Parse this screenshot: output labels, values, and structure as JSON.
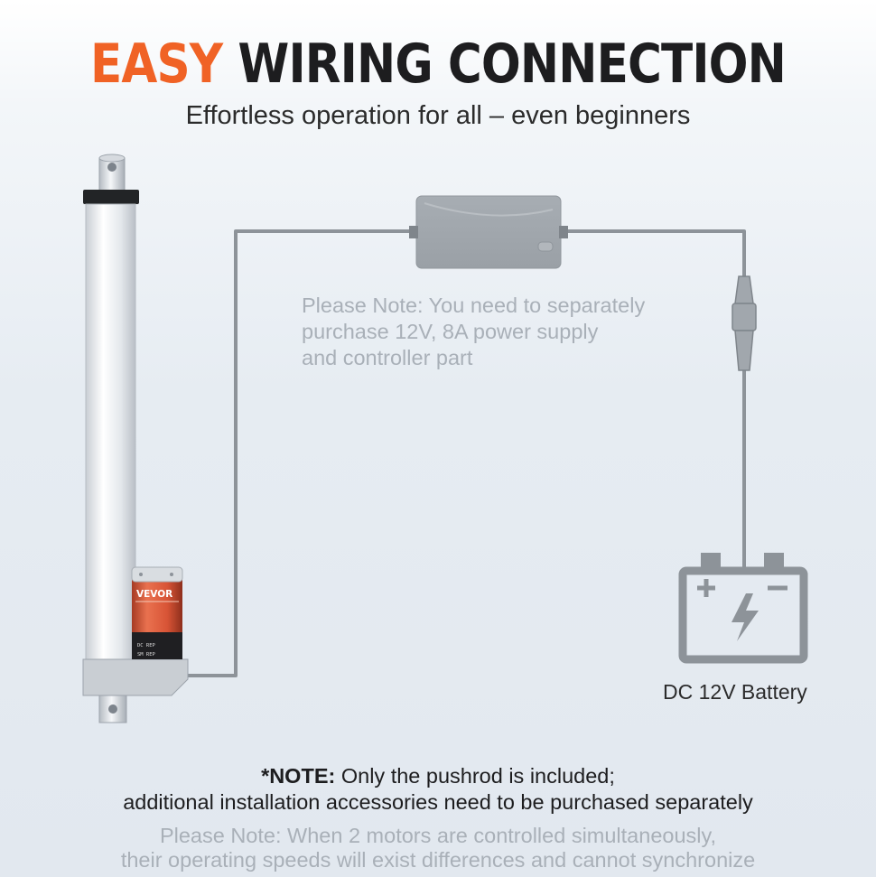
{
  "header": {
    "title_accent": "EASY",
    "title_rest": " WIRING CONNECTION",
    "subtitle": "Effortless operation for all – even beginners"
  },
  "diagram": {
    "brand_label": "VEVOR",
    "motor_label_1": "DC REP",
    "motor_label_2": "SM REP",
    "controller_note": [
      "Please Note: You need to separately",
      "purchase 12V, 8A power supply",
      "and controller part"
    ],
    "battery_label": "DC 12V Battery"
  },
  "footer": {
    "note_prefix": "*NOTE:",
    "note_line1": " Only the pushrod is included;",
    "note_line2": "additional installation accessories need to be purchased separately",
    "sync_note": [
      "Please Note: When 2 motors are controlled simultaneously,",
      "their operating speeds will exist differences and cannot synchronize"
    ]
  },
  "colors": {
    "accent": "#f06225",
    "heading": "#1d1d1f",
    "muted_text": "#a9b0b8",
    "wire": "#8d9399",
    "motor_red": "#e05a3c"
  }
}
